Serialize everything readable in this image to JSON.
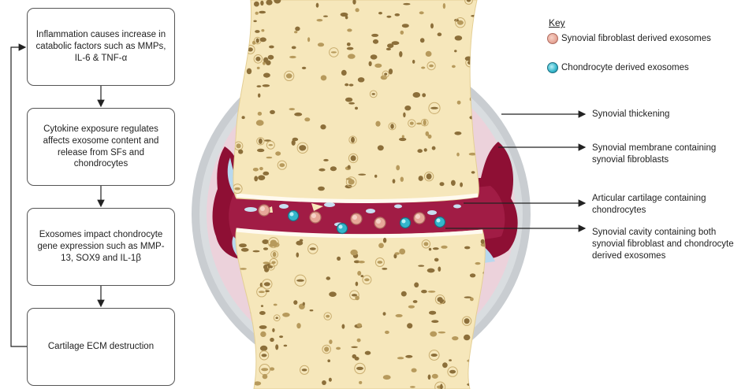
{
  "flow": {
    "box1": "Inflammation causes increase in catabolic factors such as MMPs, IL-6 & TNF-α",
    "box2": "Cytokine exposure regulates affects exosome content and release from SFs and chondrocytes",
    "box3": "Exosomes impact chondrocyte gene expression such as MMP-13, SOX9 and IL-1β",
    "box4": "Cartilage ECM destruction"
  },
  "key": {
    "title": "Key",
    "items": [
      {
        "label": "Synovial fibroblast derived exosomes",
        "color": "#e7a798"
      },
      {
        "label": "Chondrocyte derived exosomes",
        "color": "#34b6cb"
      }
    ]
  },
  "labels": {
    "synovial_thickening": "Synovial thickening",
    "synovial_membrane": "Synovial membrane containing synovial fibroblasts",
    "articular_cartilage": "Articular cartilage containing chondrocytes",
    "synovial_cavity": "Synovial cavity containing both synovial fibroblast and chondrocyte derived exosomes"
  },
  "colors": {
    "bone": "#f6e7bb",
    "pore": "#8c6f3a",
    "synovium_dark": "#8e0f34",
    "capsule_pink": "#ecd2db",
    "capsule_outer": "#c9cdd1",
    "cartilage_blue": "#b8d8ee"
  }
}
